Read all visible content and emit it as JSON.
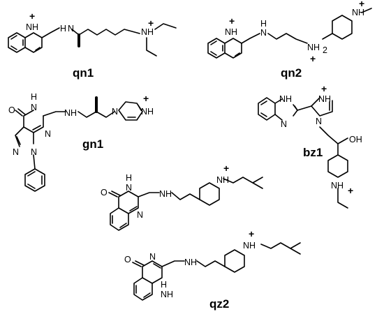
{
  "figure": {
    "molecules": [
      {
        "id": "qn1",
        "label": "qn1"
      },
      {
        "id": "qn2",
        "label": "qn2"
      },
      {
        "id": "gn1",
        "label": "gn1"
      },
      {
        "id": "bz1",
        "label": "bz1"
      },
      {
        "id": "qz1",
        "label": ""
      },
      {
        "id": "qz2",
        "label": "qz2"
      }
    ],
    "atom_labels": {
      "nh": "NH",
      "h_n": "H",
      "n": "N",
      "o": "O",
      "oh": "OH",
      "nh2": "NH",
      "h2": "2",
      "nh_plus": "NH"
    },
    "charge_symbol": "+",
    "colors": {
      "ink": "#000000",
      "background": "#ffffff"
    }
  }
}
